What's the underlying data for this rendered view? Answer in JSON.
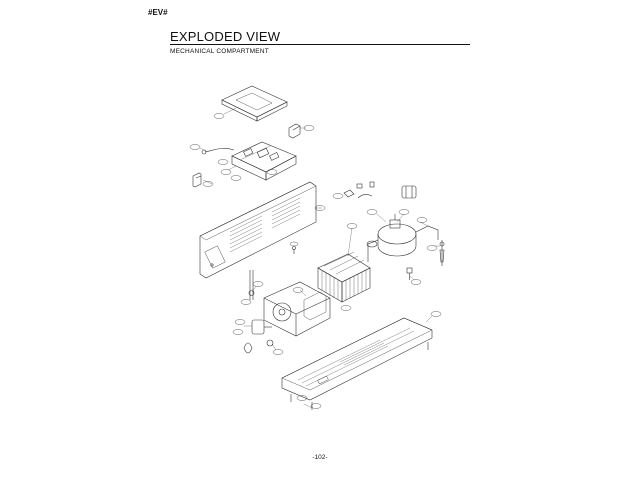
{
  "header": {
    "page_tag": "#EV#",
    "title": "EXPLODED VIEW",
    "subtitle": "MECHANICAL COMPARTMENT"
  },
  "footer": {
    "page_number": "-102-"
  }
}
